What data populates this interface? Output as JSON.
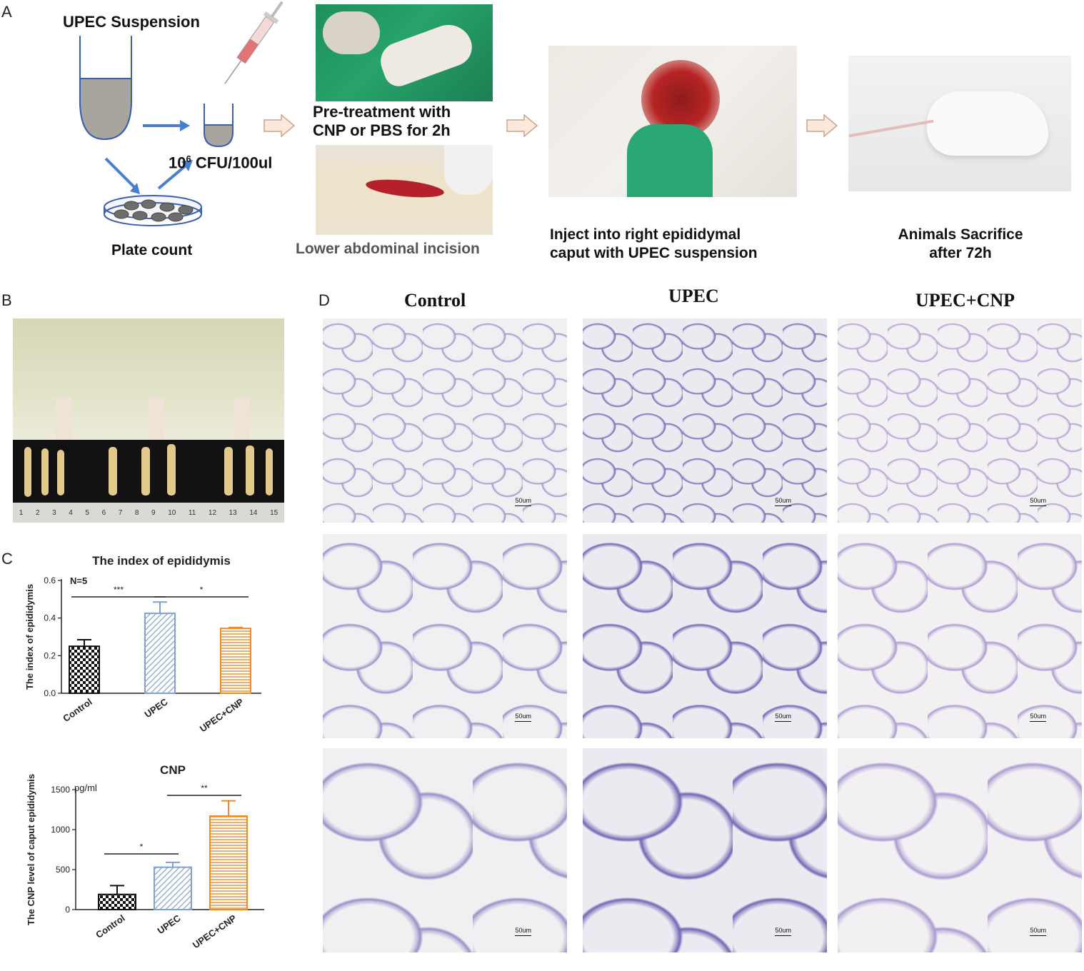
{
  "panels": {
    "a": "A",
    "b": "B",
    "c": "C",
    "d": "D"
  },
  "panel_a": {
    "suspension": "UPEC Suspension",
    "cfu_base": "10",
    "cfu_exp": "6",
    "cfu_rest": " CFU/100ul",
    "plate": "Plate count",
    "pretreat_line1": "Pre-treatment with",
    "pretreat_line2": "CNP  or PBS for 2h",
    "incision": "Lower abdominal incision",
    "inject_line1": "Inject into right epididymal",
    "inject_line2": "caput with UPEC suspension",
    "sacrifice_line1": "Animals Sacrifice",
    "sacrifice_line2": "after 72h"
  },
  "panel_b": {
    "ruler_numbers": [
      "1",
      "2",
      "3",
      "4",
      "5",
      "6",
      "7",
      "8",
      "9",
      "10",
      "11",
      "12",
      "13",
      "14",
      "15"
    ]
  },
  "panel_d": {
    "headers": [
      "Control",
      "UPEC",
      "UPEC+CNP"
    ],
    "scale_label": "50um"
  },
  "chart_data": [
    {
      "type": "bar",
      "title": "The index of epididymis",
      "annotation": "N=5",
      "ylabel": "The index of epididymis",
      "categories": [
        "Control",
        "UPEC",
        "UPEC+CNP"
      ],
      "values": [
        0.25,
        0.425,
        0.345
      ],
      "errors": [
        0.035,
        0.06,
        0.005
      ],
      "ylim": [
        0,
        0.6
      ],
      "yticks": [
        "0.0",
        "0.2",
        "0.4",
        "0.6"
      ],
      "significance": [
        {
          "from": 0,
          "to": 1,
          "label": "***"
        },
        {
          "from": 1,
          "to": 2,
          "label": "*"
        }
      ],
      "colors": [
        "#111111",
        "#7fa0d0",
        "#f08a24"
      ]
    },
    {
      "type": "bar",
      "title": "CNP",
      "unit": "pg/ml",
      "ylabel": "The CNP level of caput  epididymis",
      "categories": [
        "Control",
        "UPEC",
        "UPEC+CNP"
      ],
      "values": [
        190,
        530,
        1170
      ],
      "errors": [
        110,
        60,
        190
      ],
      "ylim": [
        0,
        1500
      ],
      "yticks": [
        "0",
        "500",
        "1000",
        "1500"
      ],
      "significance": [
        {
          "from": 0,
          "to": 1,
          "label": "*"
        },
        {
          "from": 1,
          "to": 2,
          "label": "**"
        }
      ],
      "colors": [
        "#111111",
        "#7fa0d0",
        "#f08a24"
      ]
    }
  ]
}
